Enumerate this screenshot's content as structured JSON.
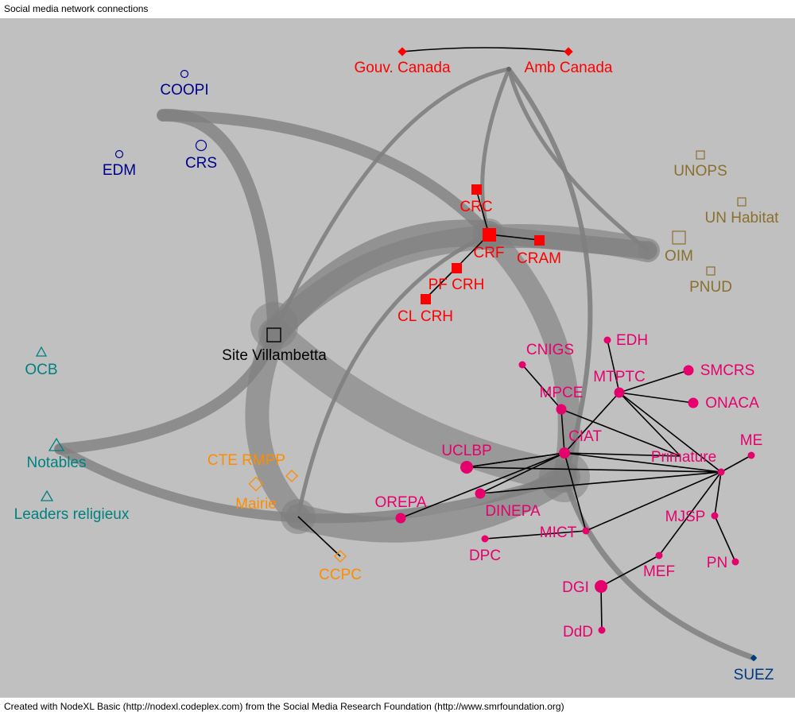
{
  "title": "Social media network connections",
  "footer": "Created with NodeXL Basic (http://nodexl.codeplex.com) from the Social Media Research Foundation (http://www.smrfoundation.org)",
  "colors": {
    "background": "#c0c0c0",
    "red_group": "#ff0000",
    "blue_group": "#00008b",
    "gold_group": "#8b6f2f",
    "teal_group": "#008080",
    "orange_group": "#ff8c00",
    "pink_group": "#e6006e",
    "navy_group": "#003a80",
    "thick_edge": "#808080"
  },
  "nodes": [
    {
      "id": "gouv",
      "label": "Gouv. Canada",
      "group": "red",
      "shape": "diamond"
    },
    {
      "id": "amb",
      "label": "Amb Canada",
      "group": "red",
      "shape": "diamond"
    },
    {
      "id": "coopi",
      "label": "COOPI",
      "group": "blue",
      "shape": "circle-open"
    },
    {
      "id": "edm",
      "label": "EDM",
      "group": "blue",
      "shape": "circle-open"
    },
    {
      "id": "crs",
      "label": "CRS",
      "group": "blue",
      "shape": "circle-open"
    },
    {
      "id": "crc",
      "label": "CRC",
      "group": "red",
      "shape": "square"
    },
    {
      "id": "crf",
      "label": "CRF",
      "group": "red",
      "shape": "square"
    },
    {
      "id": "cram",
      "label": "CRAM",
      "group": "red",
      "shape": "square"
    },
    {
      "id": "pfcrh",
      "label": "PF CRH",
      "group": "red",
      "shape": "square"
    },
    {
      "id": "clcrh",
      "label": "CL CRH",
      "group": "red",
      "shape": "square"
    },
    {
      "id": "unops",
      "label": "UNOPS",
      "group": "gold",
      "shape": "square-open"
    },
    {
      "id": "unhab",
      "label": "UN Habitat",
      "group": "gold",
      "shape": "square-open"
    },
    {
      "id": "oim",
      "label": "OIM",
      "group": "gold",
      "shape": "square-open"
    },
    {
      "id": "pnud",
      "label": "PNUD",
      "group": "gold",
      "shape": "square-open"
    },
    {
      "id": "site",
      "label": "Site Villambetta",
      "group": "black",
      "shape": "square-open"
    },
    {
      "id": "ocb",
      "label": "OCB",
      "group": "teal",
      "shape": "triangle-open"
    },
    {
      "id": "notables",
      "label": "Notables",
      "group": "teal",
      "shape": "triangle-open"
    },
    {
      "id": "leaders",
      "label": "Leaders religieux",
      "group": "teal",
      "shape": "triangle-open"
    },
    {
      "id": "cte",
      "label": "CTE RMPP",
      "group": "orange",
      "shape": "diamond-open"
    },
    {
      "id": "mairie",
      "label": "Mairie",
      "group": "orange",
      "shape": "diamond-open"
    },
    {
      "id": "ccpc",
      "label": "CCPC",
      "group": "orange",
      "shape": "diamond-open"
    },
    {
      "id": "edh",
      "label": "EDH",
      "group": "pink",
      "shape": "circle"
    },
    {
      "id": "cnigs",
      "label": "CNIGS",
      "group": "pink",
      "shape": "circle"
    },
    {
      "id": "mtptc",
      "label": "MTPTC",
      "group": "pink",
      "shape": "circle"
    },
    {
      "id": "smcrs",
      "label": "SMCRS",
      "group": "pink",
      "shape": "circle"
    },
    {
      "id": "onaca",
      "label": "ONACA",
      "group": "pink",
      "shape": "circle"
    },
    {
      "id": "mpce",
      "label": "MPCE",
      "group": "pink",
      "shape": "circle"
    },
    {
      "id": "ciat",
      "label": "CIAT",
      "group": "pink",
      "shape": "circle"
    },
    {
      "id": "me",
      "label": "ME",
      "group": "pink",
      "shape": "circle"
    },
    {
      "id": "uclbp",
      "label": "UCLBP",
      "group": "pink",
      "shape": "circle"
    },
    {
      "id": "primature",
      "label": "Primature",
      "group": "pink",
      "shape": "circle"
    },
    {
      "id": "orepa",
      "label": "OREPA",
      "group": "pink",
      "shape": "circle"
    },
    {
      "id": "dinepa",
      "label": "DINEPA",
      "group": "pink",
      "shape": "circle"
    },
    {
      "id": "mjsp",
      "label": "MJSP",
      "group": "pink",
      "shape": "circle"
    },
    {
      "id": "mict",
      "label": "MICT",
      "group": "pink",
      "shape": "circle"
    },
    {
      "id": "dpc",
      "label": "DPC",
      "group": "pink",
      "shape": "circle"
    },
    {
      "id": "mef",
      "label": "MEF",
      "group": "pink",
      "shape": "circle"
    },
    {
      "id": "pn",
      "label": "PN",
      "group": "pink",
      "shape": "circle"
    },
    {
      "id": "dgi",
      "label": "DGI",
      "group": "pink",
      "shape": "circle"
    },
    {
      "id": "ddd",
      "label": "DdD",
      "group": "pink",
      "shape": "circle"
    },
    {
      "id": "suez",
      "label": "SUEZ",
      "group": "navy",
      "shape": "diamond"
    }
  ]
}
